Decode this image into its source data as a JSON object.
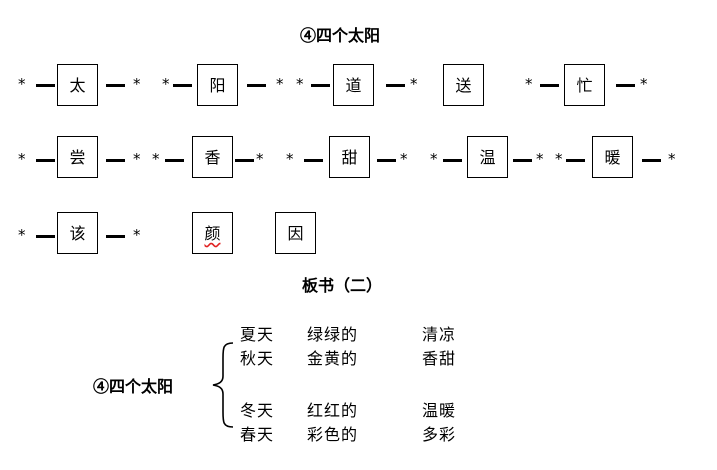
{
  "section_title": "④四个太阳",
  "rows": [
    {
      "boxes": [
        "太",
        "阳",
        "道",
        "送",
        "忙"
      ]
    },
    {
      "boxes": [
        "尝",
        "香",
        "甜",
        "温",
        "暖"
      ]
    },
    {
      "boxes": [
        "该",
        "颜",
        "因"
      ]
    }
  ],
  "marker_symbol": "*",
  "board": {
    "heading": "板书（二）",
    "topic": "④四个太阳",
    "groups": [
      [
        {
          "season": "夏天",
          "color": "绿绿的",
          "feeling": "清凉"
        },
        {
          "season": "秋天",
          "color": "金黄的",
          "feeling": "香甜"
        }
      ],
      [
        {
          "season": "冬天",
          "color": "红红的",
          "feeling": "温暖"
        },
        {
          "season": "春天",
          "color": "彩色的",
          "feeling": "多彩"
        }
      ]
    ]
  },
  "spellcheck_color": "#e02020"
}
